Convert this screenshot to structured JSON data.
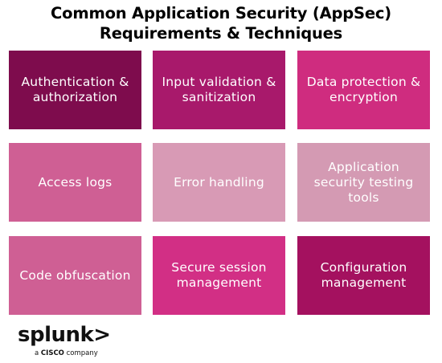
{
  "title": {
    "line1": "Common Application Security (AppSec)",
    "line2": "Requirements & Techniques"
  },
  "tiles": [
    {
      "lines": [
        "Authentication &",
        "authorization"
      ],
      "color": "#7e0c4d"
    },
    {
      "lines": [
        "Input validation &",
        "sanitization"
      ],
      "color": "#a8196b"
    },
    {
      "lines": [
        "Data protection &",
        "encryption"
      ],
      "color": "#cf2c7f"
    },
    {
      "lines": [
        "Access logs"
      ],
      "color": "#cf5f94"
    },
    {
      "lines": [
        "Error handling"
      ],
      "color": "#d89ab5"
    },
    {
      "lines": [
        "Application",
        "security testing",
        "tools"
      ],
      "color": "#d49ab3"
    },
    {
      "lines": [
        "Code obfuscation"
      ],
      "color": "#cf5f94"
    },
    {
      "lines": [
        "Secure session",
        "management"
      ],
      "color": "#d22f85"
    },
    {
      "lines": [
        "Configuration",
        "management"
      ],
      "color": "#a4115f"
    }
  ],
  "logo": {
    "wordmark": "splunk>",
    "tag_prefix": "a ",
    "tag_brand": "CISCO",
    "tag_suffix": " company"
  }
}
